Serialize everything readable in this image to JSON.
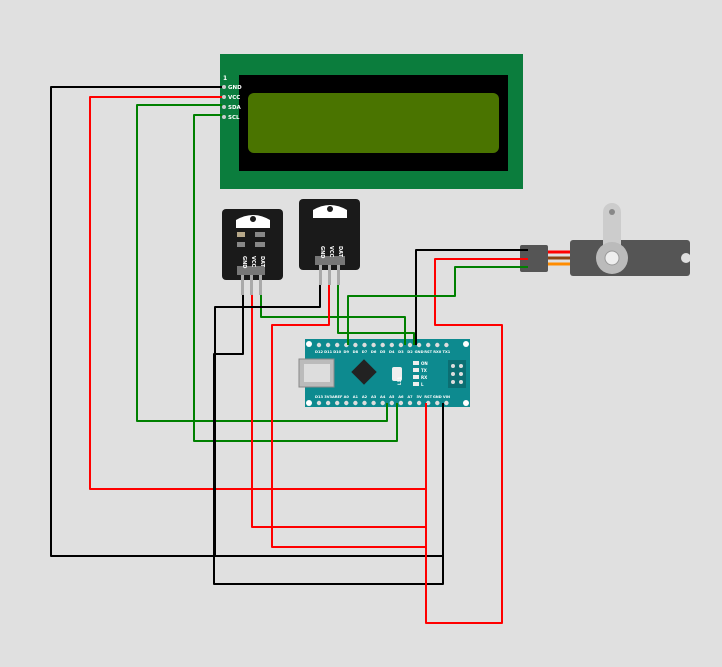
{
  "lcd": {
    "pin_marker": "1",
    "pins": [
      "GND",
      "VCC",
      "SDA",
      "SCL"
    ],
    "board_color": "#0b7d3d",
    "screen_color": "#4a7400"
  },
  "sensor_left": {
    "pins": [
      "GND",
      "VCC",
      "DAT"
    ]
  },
  "sensor_right": {
    "pins": [
      "GND",
      "VCC",
      "DAT"
    ]
  },
  "nano": {
    "top_pins": [
      "D12",
      "D11",
      "D10",
      "D9",
      "D8",
      "D7",
      "D6",
      "D5",
      "D4",
      "D3",
      "D2",
      "GND",
      "RST",
      "RX0",
      "TX1"
    ],
    "top_labels": [
      "D12",
      "D11",
      "D10",
      "D9",
      "D8",
      "D7",
      "D6",
      "D5",
      "D4",
      "D3",
      "D2",
      "GND",
      "RST",
      "RX0",
      "TX1"
    ],
    "bottom_labels": [
      "D13",
      "3V3",
      "AREF",
      "A0",
      "A1",
      "A2",
      "A3",
      "A4",
      "A5",
      "A6",
      "A7",
      "5V",
      "RST",
      "GND",
      "VIN"
    ],
    "chip_labels": [
      "ON",
      "TX",
      "RX",
      "L"
    ],
    "chip_text": "L11",
    "board_color": "#0d8a8f"
  },
  "servo": {
    "body_color": "#555555"
  },
  "wire_colors": {
    "gnd": "#000000",
    "vcc": "#ff0000",
    "sig": "#008000"
  }
}
